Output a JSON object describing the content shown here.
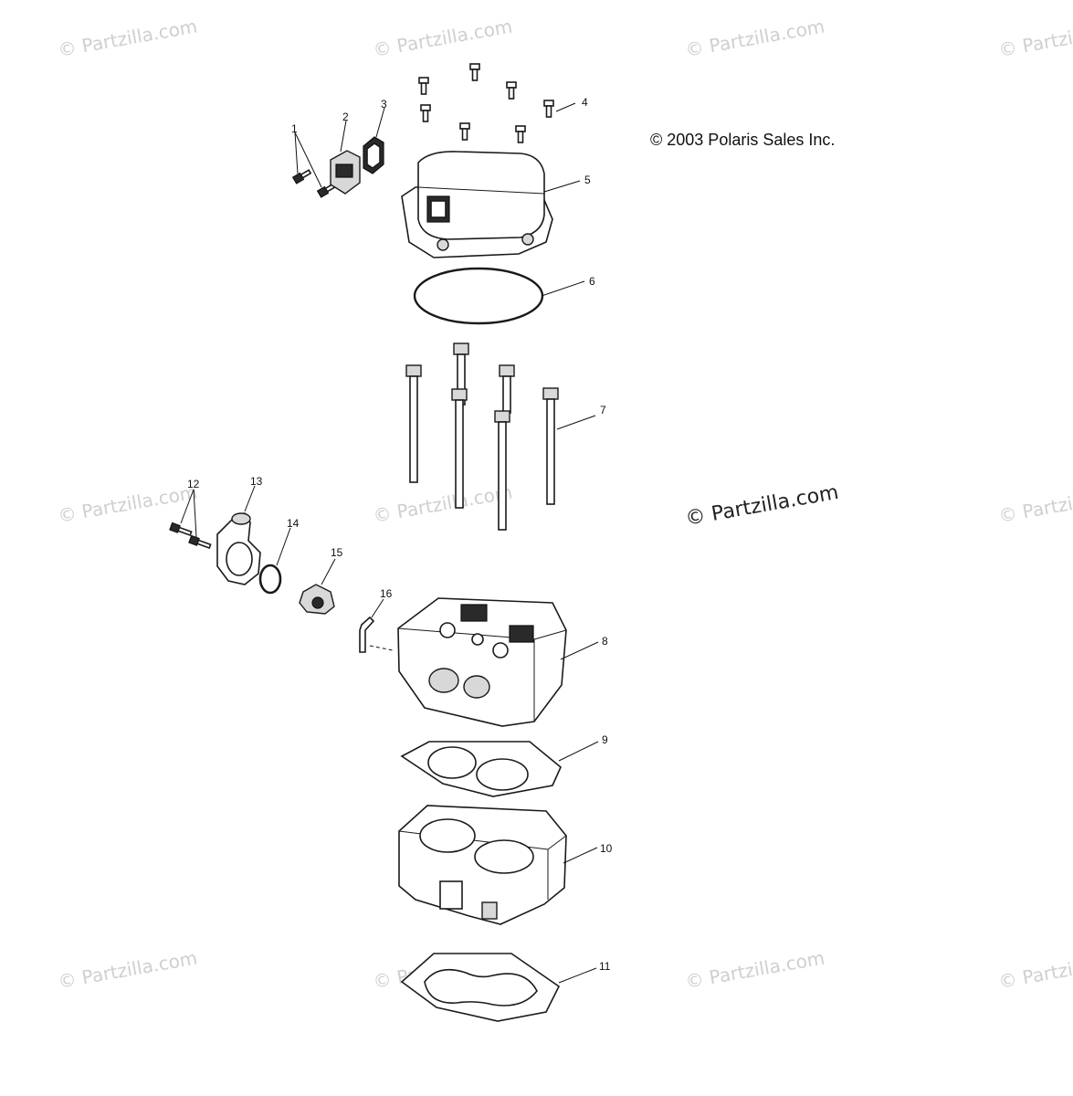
{
  "watermark_text": "© Partzilla.com",
  "copyright_text": "© 2003 Polaris Sales Inc.",
  "center_watermark_text": "© Partzilla.com",
  "callouts": {
    "c1": "1",
    "c2": "2",
    "c3": "3",
    "c4": "4",
    "c5": "5",
    "c6": "6",
    "c7": "7",
    "c8": "8",
    "c9": "9",
    "c10": "10",
    "c11": "11",
    "c12": "12",
    "c13": "13",
    "c14": "14",
    "c15": "15",
    "c16": "16"
  }
}
